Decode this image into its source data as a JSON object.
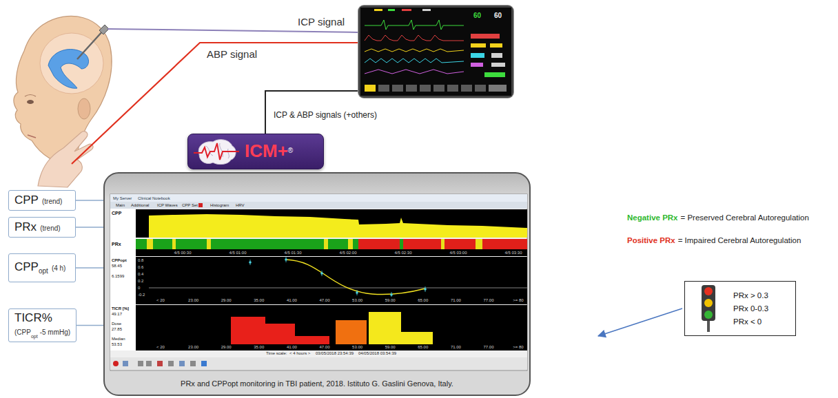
{
  "diagram": {
    "nodes": [
      {
        "text": [
          "60",
          "60"
        ]
      },
      {
        "text": [
          "ICM+",
          "®"
        ]
      },
      {
        "text": [
          "PRx and CPPopt monitoring in TBI patient, 2018. Istituto G. Gaslini Genova, Italy."
        ]
      },
      {
        "text": [
          "CPP",
          "(trend)"
        ]
      },
      {
        "text": [
          "PRx",
          "(trend)"
        ]
      },
      {
        "text": [
          "CPP",
          "opt",
          "(4 h)"
        ]
      },
      {
        "text": [
          "TICR%",
          "(CPP",
          "opt",
          "-5 mmHg)"
        ]
      },
      {
        "text": [
          "PRx > 0.3",
          "PRx 0-0.3",
          "PRx < 0"
        ]
      }
    ],
    "edges": [
      {
        "from": 0,
        "to": 1,
        "label": "ICP & ABP signals (+others)",
        "arrow": "none"
      },
      {
        "from": 3,
        "to": 2,
        "arrow": "none"
      },
      {
        "from": 4,
        "to": 2,
        "arrow": "none"
      },
      {
        "from": 5,
        "to": 2,
        "arrow": "none"
      },
      {
        "from": 6,
        "to": 2,
        "arrow": "none"
      }
    ],
    "labels": [
      "ICP signal",
      "ABP signal",
      "My Server",
      "Clinical Notebook",
      "Main",
      "Additional",
      "ICP Waves",
      "CPP Set",
      "Histogram",
      "HRV",
      "CPP",
      "PRx",
      "CPPopt",
      "58.45",
      "6.1599",
      "TICR [%]",
      "49.17",
      "Dose",
      "27.85",
      "Median",
      "53.53",
      "4/5 00:30",
      "4/5 01:00",
      "4/5 01:30",
      "4/5 02:00",
      "4/5 02:30",
      "4/5 03:00",
      "4/5 03:30",
      "< 20",
      "23.00",
      "29.00",
      "35.00",
      "41.00",
      "47.00",
      "53.00",
      "59.00",
      "65.00",
      "71.00",
      "77.00",
      ">= 80",
      "< 20",
      "23.00",
      "29.00",
      "35.00",
      "41.00",
      "47.00",
      "53.00",
      "59.00",
      "65.00",
      "71.00",
      "77.00",
      ">= 80",
      "Time scale:",
      "< 4 hours >",
      "03/05/2018 23:54:39",
      "04/05/2018 03:54:39",
      "Negative PRx",
      "= Preserved Cerebral Autoregulation",
      "Positive PRx",
      "= Impaired Cerebral Autoregulation",
      "0.8",
      "0.6",
      "0.4",
      "0.2",
      "0",
      "-0.2"
    ]
  }
}
